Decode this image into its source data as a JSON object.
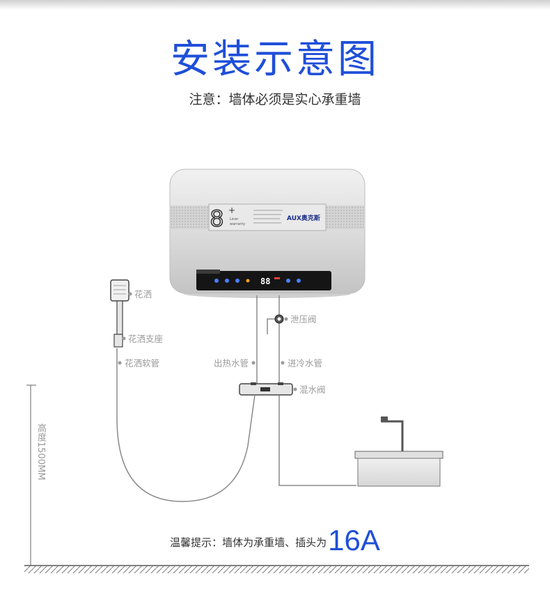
{
  "title": "安装示意图",
  "subtitle": "注意：墙体必须是实心承重墙",
  "heater": {
    "brand_logo": "AUX奥克斯",
    "badge_number": "8",
    "badge_plus": "+",
    "badge_line1": "Liner",
    "badge_line2": "warranty",
    "display_reading": "88"
  },
  "labels": {
    "shower_head": "花洒",
    "shower_holder": "花洒支座",
    "shower_hose": "花洒软管",
    "relief_valve": "泄压阀",
    "hot_outlet": "出热水管",
    "cold_inlet": "进冷水管",
    "mixing_valve": "混水阀"
  },
  "height_label": "高度1500MM",
  "tip": {
    "text": "温馨提示：墙体为承重墙、插头为",
    "highlight": "16A"
  },
  "colors": {
    "accent": "#1f4fd9",
    "label_gray": "#9a9a9a"
  }
}
